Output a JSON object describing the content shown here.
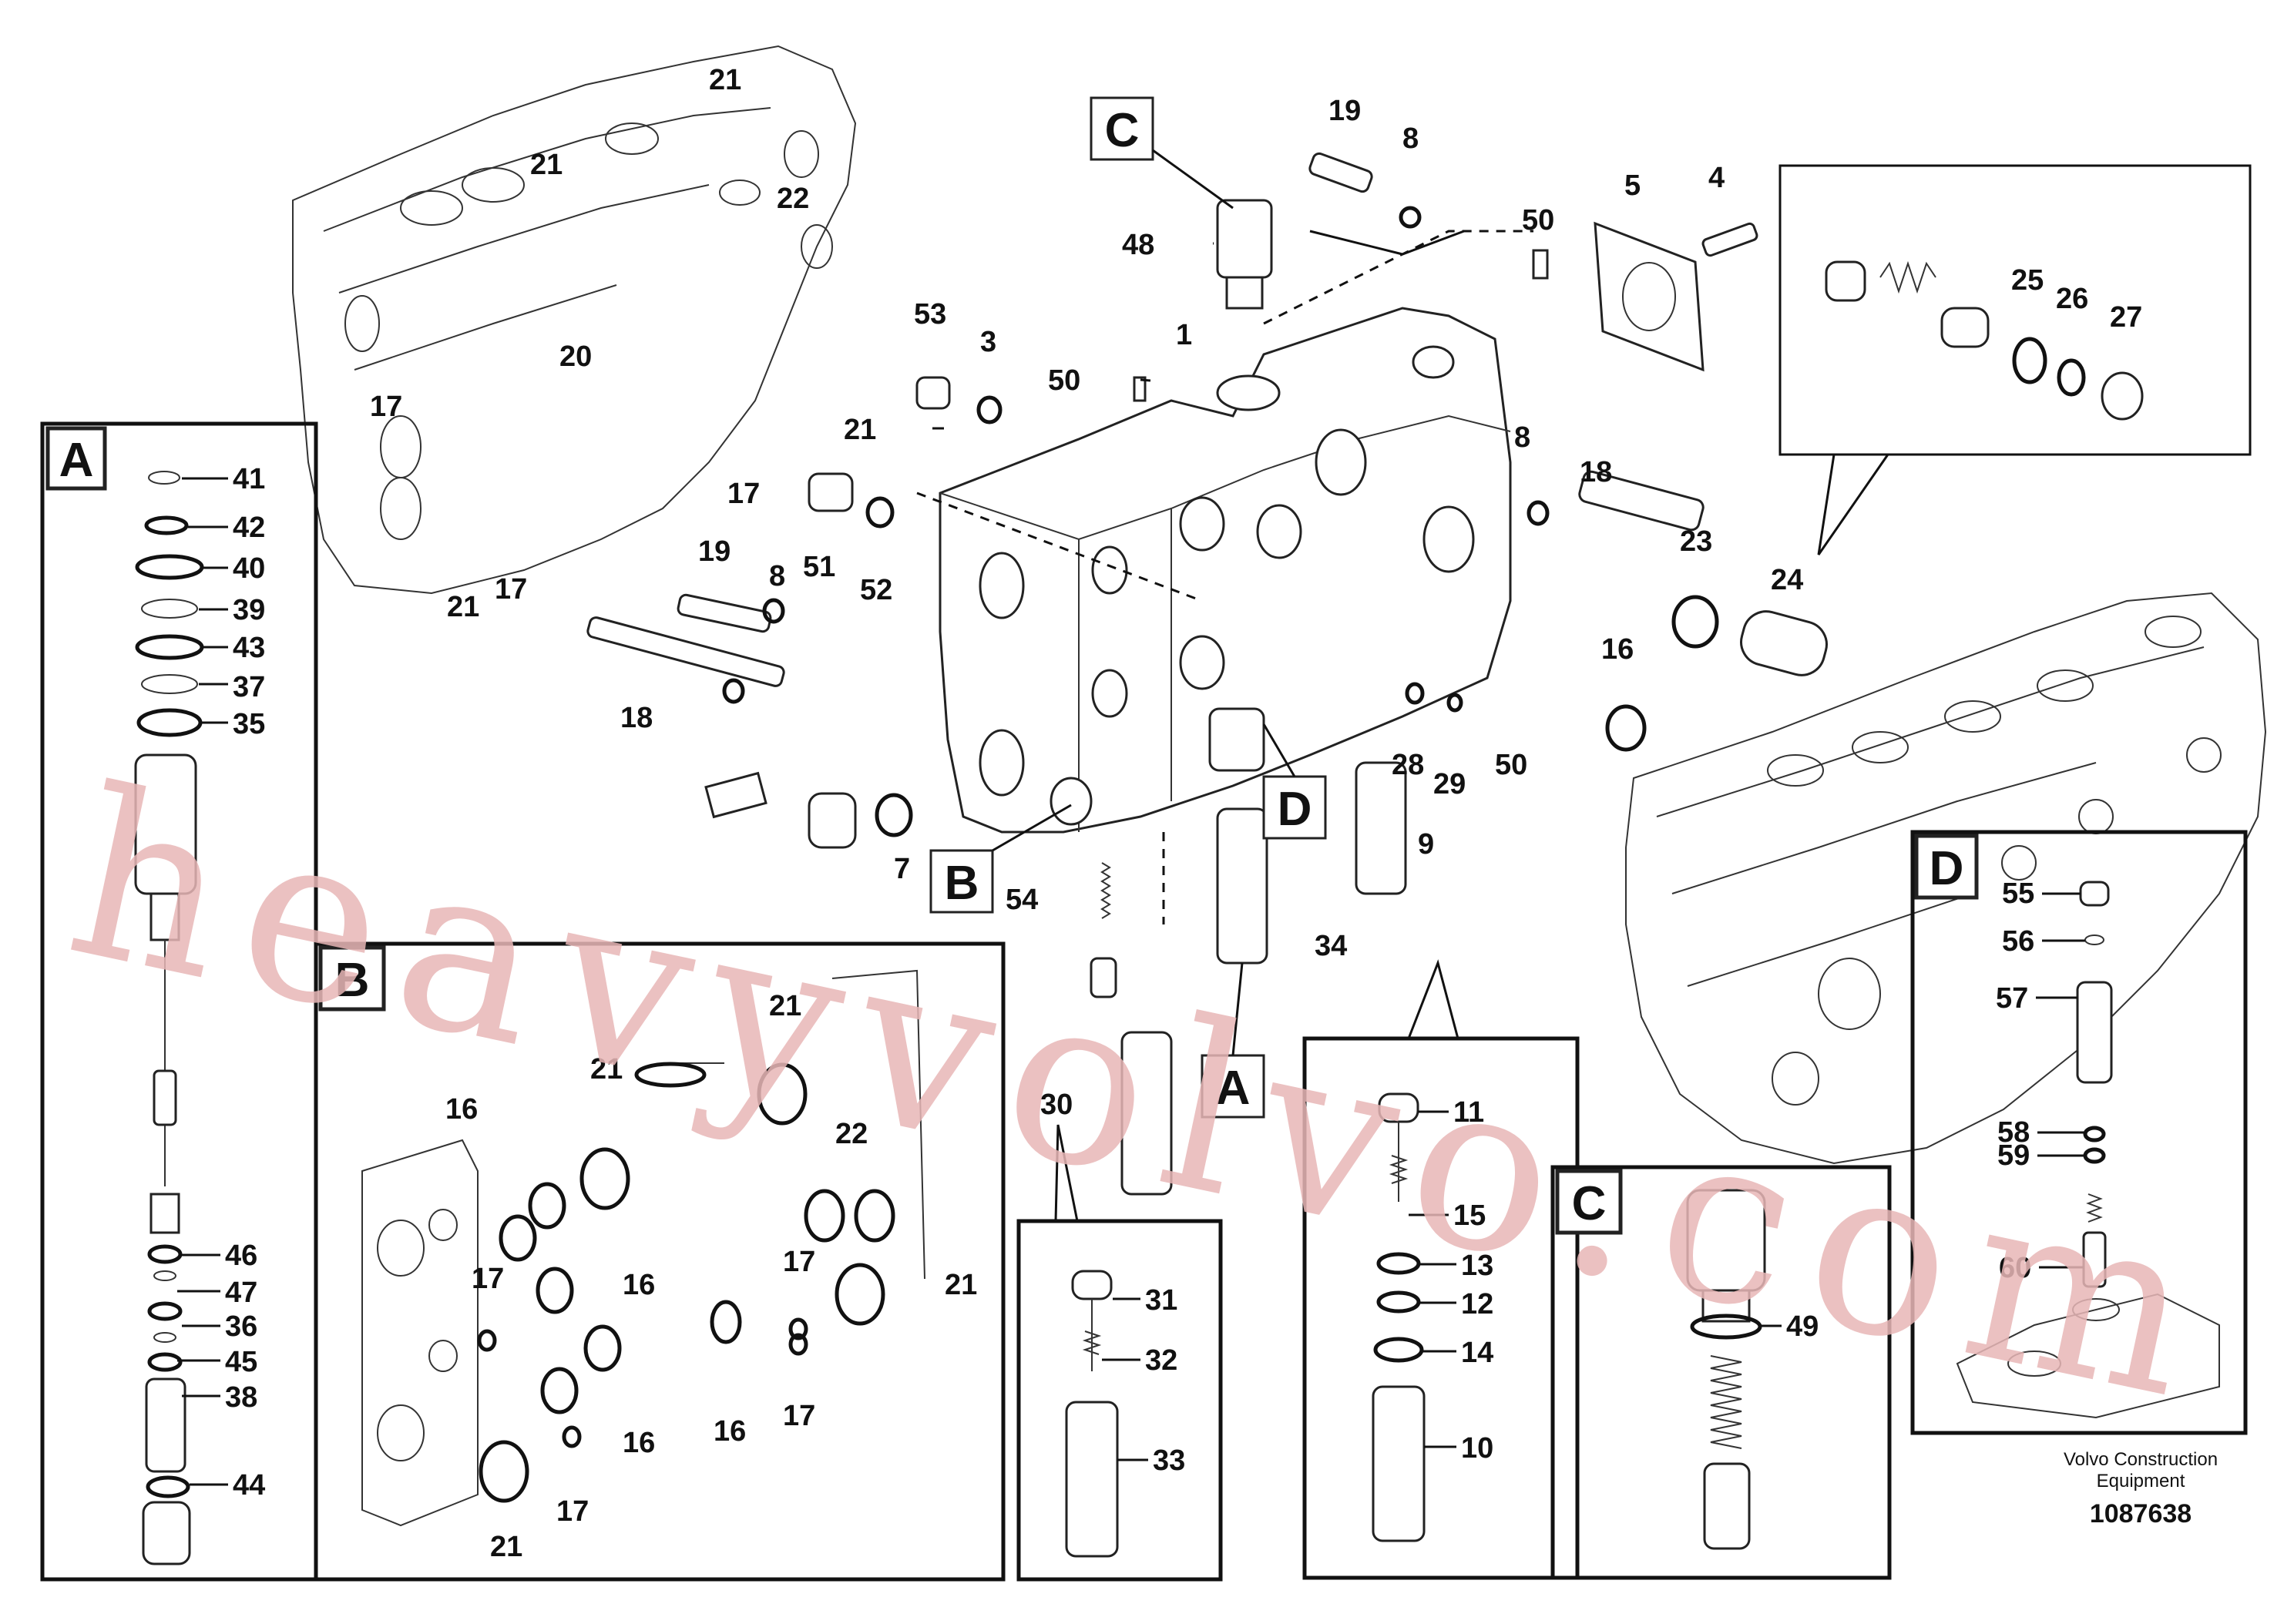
{
  "watermark": "heavyvolvo.com",
  "footer": {
    "credit_line1": "Volvo Construction",
    "credit_line2": "Equipment",
    "document_number": "1087638"
  },
  "callouts": {
    "main": [
      "1",
      "3",
      "4",
      "5",
      "7",
      "8",
      "8",
      "8",
      "9",
      "16",
      "17",
      "17",
      "17",
      "18",
      "18",
      "19",
      "19",
      "20",
      "21",
      "21",
      "21",
      "21",
      "22",
      "23",
      "24",
      "25",
      "26",
      "27",
      "28",
      "29",
      "30",
      "34",
      "48",
      "50",
      "50",
      "50",
      "51",
      "52",
      "53",
      "54"
    ],
    "A": [
      "41",
      "42",
      "40",
      "39",
      "43",
      "37",
      "35",
      "46",
      "47",
      "36",
      "45",
      "38",
      "44"
    ],
    "B": [
      "21",
      "21",
      "22",
      "16",
      "16",
      "16",
      "17",
      "17",
      "17",
      "21",
      "16",
      "17",
      "21"
    ],
    "C": [
      "49"
    ],
    "D": [
      "55",
      "56",
      "57",
      "58",
      "59",
      "60"
    ],
    "sub30": [
      "31",
      "32",
      "33"
    ],
    "sub9": [
      "11",
      "15",
      "13",
      "12",
      "14",
      "10"
    ]
  },
  "detail_boxes": [
    "A",
    "B",
    "C",
    "D"
  ],
  "reference_markers": [
    "A",
    "B",
    "C",
    "D"
  ]
}
